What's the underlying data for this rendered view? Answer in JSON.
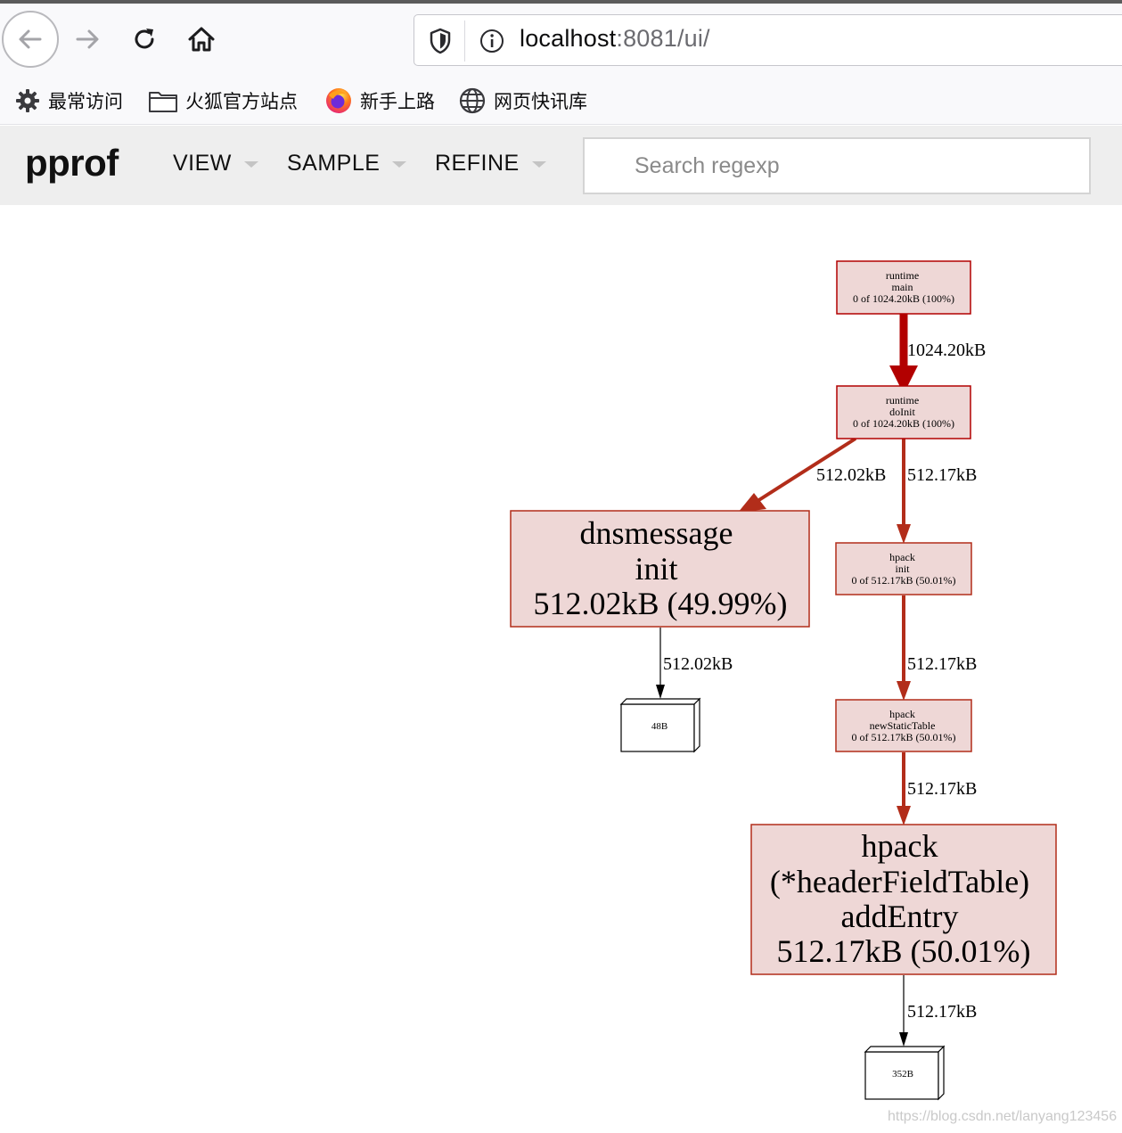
{
  "browser": {
    "url_host": "localhost",
    "url_rest": ":8081/ui/",
    "bookmarks": [
      {
        "label": "最常访问",
        "icon": "gear-icon"
      },
      {
        "label": "火狐官方站点",
        "icon": "folder-icon"
      },
      {
        "label": "新手上路",
        "icon": "firefox-icon"
      },
      {
        "label": "网页快讯库",
        "icon": "globe-icon"
      }
    ]
  },
  "app": {
    "logo": "pprof",
    "menus": [
      "VIEW",
      "SAMPLE",
      "REFINE"
    ],
    "search_placeholder": "Search regexp"
  },
  "graph": {
    "nodes": {
      "runtime_main": [
        "runtime",
        "main",
        "0 of 1024.20kB (100%)"
      ],
      "runtime_doinit": [
        "runtime",
        "doInit",
        "0 of 1024.20kB (100%)"
      ],
      "dnsmessage_init": [
        "dnsmessage",
        "init",
        "512.02kB (49.99%)"
      ],
      "hpack_init": [
        "hpack",
        "init",
        "0 of 512.17kB (50.01%)"
      ],
      "hpack_newstatictable": [
        "hpack",
        "newStaticTable",
        "0 of 512.17kB (50.01%)"
      ],
      "hpack_addentry": [
        "hpack",
        "(*headerFieldTable)",
        "addEntry",
        "512.17kB (50.01%)"
      ],
      "leaf_48b": [
        "48B"
      ],
      "leaf_352b": [
        "352B"
      ]
    },
    "edges": {
      "main_to_doinit": "1024.20kB",
      "doinit_to_dnsmessage": "512.02kB",
      "doinit_to_hpackinit": "512.17kB",
      "dnsmessage_to_48b": "512.02kB",
      "hpackinit_to_newstatictable": "512.17kB",
      "newstatictable_to_addentry": "512.17kB",
      "addentry_to_352b": "512.17kB"
    },
    "colors": {
      "hot_fill": "#eed7d6",
      "hot_stroke": "#b22d1a",
      "edge_main": "#b20000",
      "edge_hot": "#b22d1a"
    }
  },
  "watermark": "https://blog.csdn.net/lanyang123456"
}
